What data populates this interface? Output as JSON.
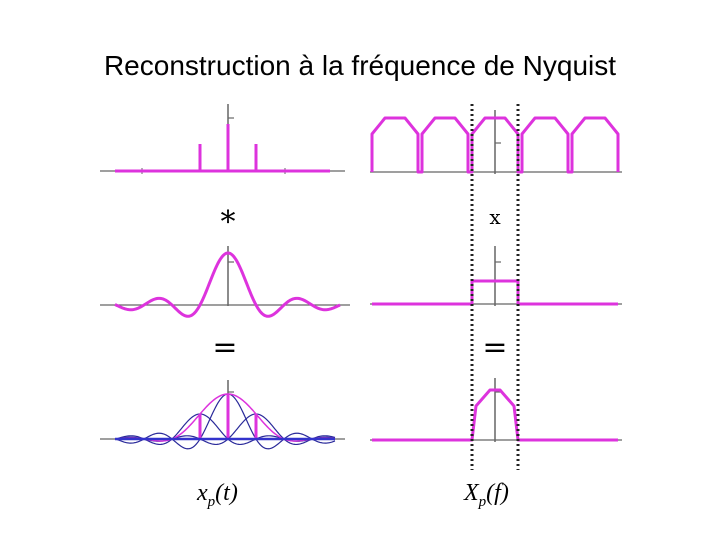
{
  "slide": {
    "title": "Reconstruction à la fréquence de Nyquist"
  },
  "operators": {
    "convolution": "*",
    "multiplication": "x",
    "equals_left": "=",
    "equals_right": "="
  },
  "captions": {
    "left_base": "x",
    "left_sub": "p",
    "left_arg": "(t)",
    "right_base": "X",
    "right_sub": "p",
    "right_arg": "(f)"
  },
  "colors": {
    "signal": "#dd33dd",
    "kernel_components": "#2a2a9a",
    "axis": "#666666",
    "dashed_guides": "#222222"
  }
}
